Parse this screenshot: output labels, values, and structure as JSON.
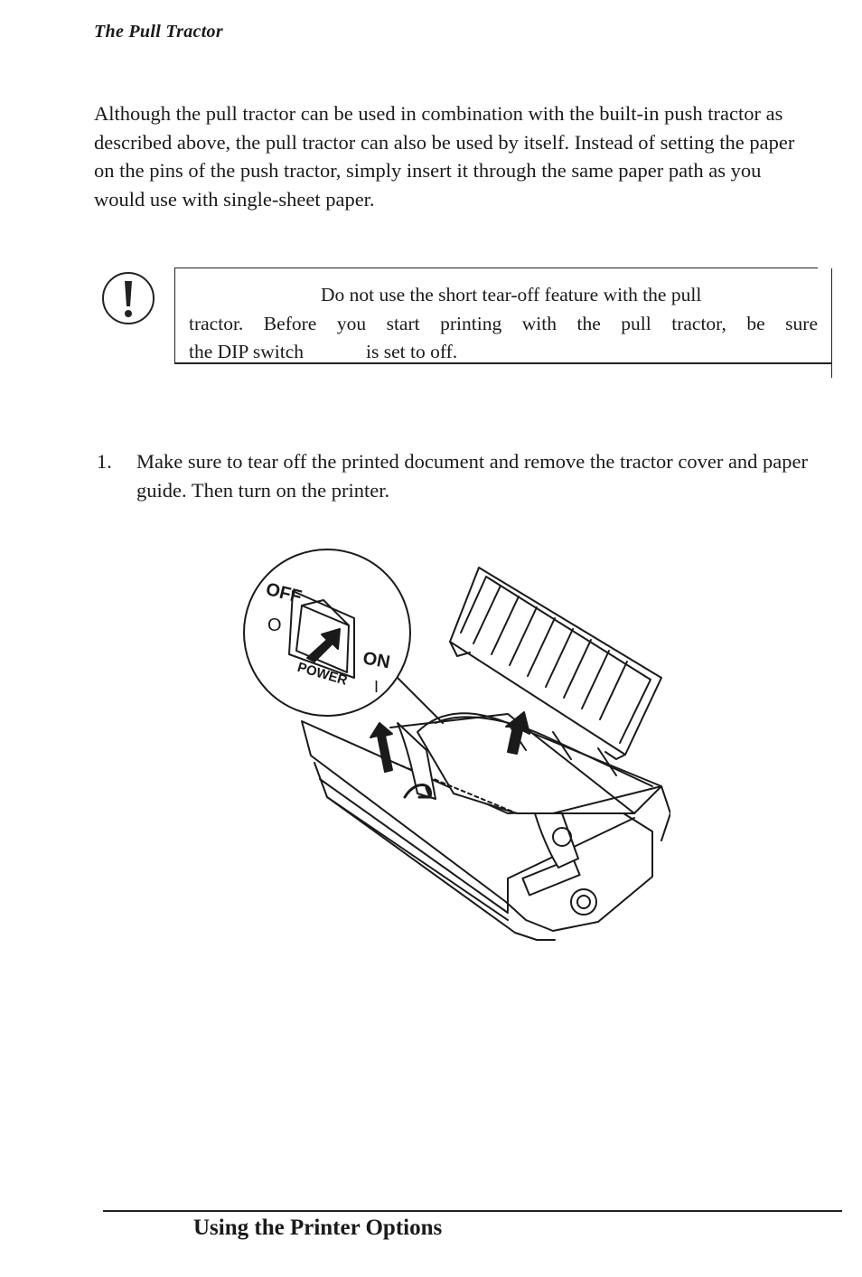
{
  "header": {
    "running_head": "The Pull Tractor"
  },
  "intro": {
    "paragraph": "Although the pull tractor can be used in combination with the built-in push tractor as described above, the pull tractor can also be used by itself. Instead of setting the paper on the pins of the push tractor, simply insert it through the same paper path as you would use with single-sheet paper."
  },
  "caution": {
    "icon": "exclamation-circle-icon",
    "line1": "Do not use the short tear-off feature with the pull",
    "line2": "tractor. Before you start printing with the pull tractor, be sure",
    "line3_a": "the DIP switch",
    "line3_b": "is set to off."
  },
  "steps": [
    {
      "number": "1.",
      "text": "Make sure to tear off the printed document and remove the tractor cover and paper guide. Then turn on the printer."
    }
  ],
  "figure": {
    "labels": {
      "off": "OFF",
      "off_symbol": "O",
      "on": "ON",
      "on_symbol": "I",
      "power": "POWER"
    }
  },
  "footer": {
    "title": "Using the Printer Options"
  }
}
